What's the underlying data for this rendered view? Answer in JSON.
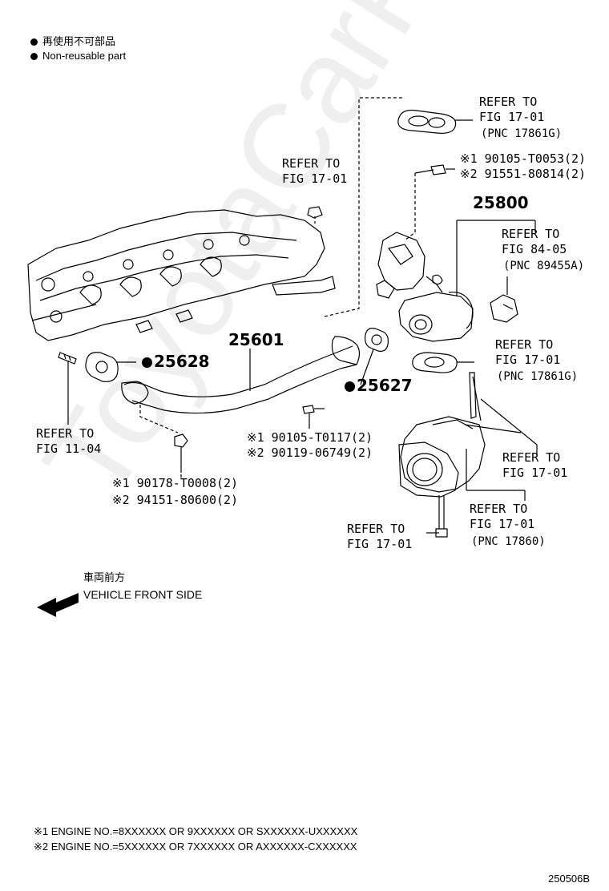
{
  "legend": {
    "non_reusable_jp": "再使用不可部品",
    "non_reusable_en": "Non-reusable part"
  },
  "watermark": "ToyotaCarPartsUA",
  "parts": {
    "p25800": "25800",
    "p25601": "25601",
    "p25628": "25628",
    "p25627": "25627"
  },
  "refs": {
    "ref_top_right": {
      "line1": "REFER TO",
      "line2": "FIG 17-01",
      "pnc": "(PNC 17861G)"
    },
    "ref_top_mid": {
      "line1": "REFER TO",
      "line2": "FIG 17-01"
    },
    "bolt_top": {
      "a": "※1 90105-T0053(2)",
      "b": "※2 91551-80814(2)"
    },
    "ref_84": {
      "line1": "REFER TO",
      "line2": "FIG 84-05",
      "pnc": "(PNC 89455A)"
    },
    "ref_mid_right": {
      "line1": "REFER TO",
      "line2": "FIG 17-01",
      "pnc": "(PNC 17861G)"
    },
    "ref_11": {
      "line1": "REFER TO",
      "line2": "FIG 11-04"
    },
    "bolt_mid": {
      "a": "※1 90105-T0117(2)",
      "b": "※2 90119-06749(2)"
    },
    "ref_stud": {
      "line1": "REFER TO",
      "line2": "FIG 17-01"
    },
    "nut_left": {
      "a": "※1 90178-T0008(2)",
      "b": "※2 94151-80600(2)"
    },
    "ref_lower": {
      "line1": "REFER TO",
      "line2": "FIG 17-01",
      "pnc": "(PNC 17860)"
    },
    "ref_bottom": {
      "line1": "REFER TO",
      "line2": "FIG 17-01"
    }
  },
  "vehicle_front": {
    "jp": "車両前方",
    "en": "VEHICLE FRONT SIDE"
  },
  "footnotes": {
    "n1": "※1 ENGINE NO.=8XXXXXX OR 9XXXXXX OR SXXXXXX-UXXXXXX",
    "n2": "※2 ENGINE NO.=5XXXXXX OR 7XXXXXX OR AXXXXXX-CXXXXXX"
  },
  "figure_id": "250506B"
}
